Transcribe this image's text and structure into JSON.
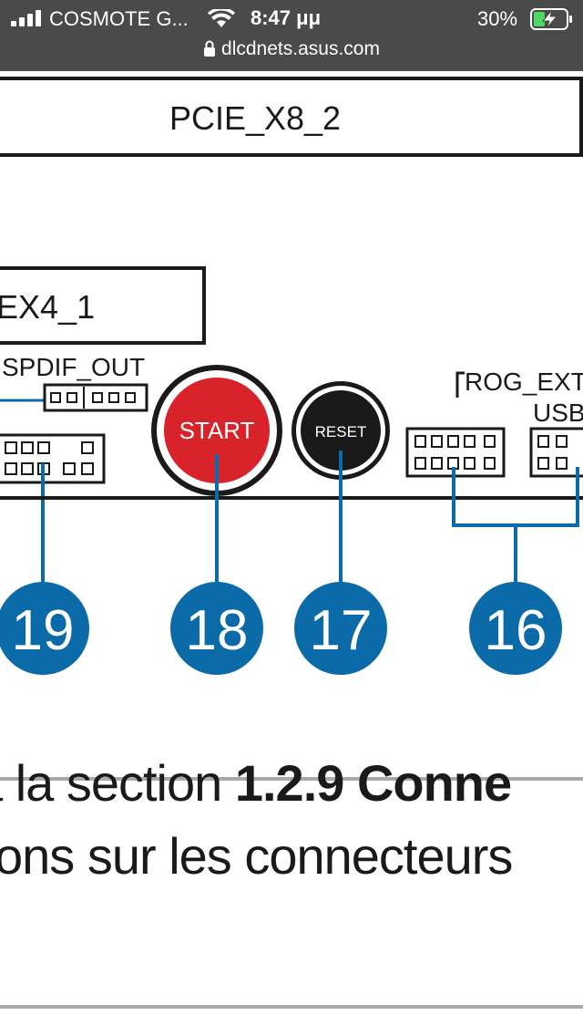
{
  "status_bar": {
    "carrier": "COSMOTE G...",
    "time": "8:47 μμ",
    "battery": "30%",
    "url": "dlcdnets.asus.com"
  },
  "diagram": {
    "slot_label": "PCIE_X8_2",
    "slot_label_2": "EX4_1",
    "spdif_label": "SPDIF_OUT",
    "start_label": "START",
    "reset_label": "RESET",
    "rog_label": "ROG_EXT",
    "usb_label": "USB",
    "callouts": [
      "19",
      "18",
      "17",
      "16"
    ]
  },
  "caption": {
    "line1_prefix": "a la section ",
    "line1_bold": "1.2.9 Conne",
    "line2": "ons sur les connecteurs"
  },
  "colors": {
    "callout_blue": "#0b6aa8",
    "start_red": "#d9232a",
    "status_bar": "#4a4a4a",
    "battery_green": "#4cd964"
  }
}
